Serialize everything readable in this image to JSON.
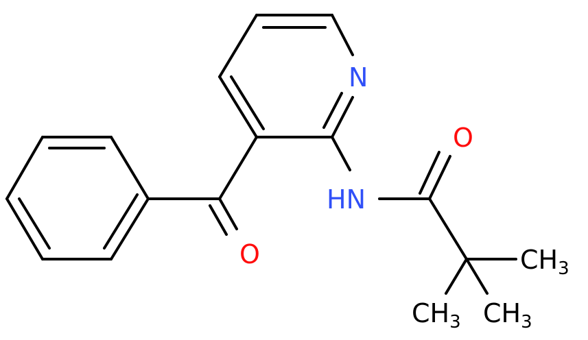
{
  "molecule": {
    "labels": {
      "pyridine_n": "N",
      "amide_nh": "HN",
      "amide_o": "O",
      "ketone_o": "O",
      "methyl_right": {
        "main": "CH",
        "sub": "3"
      },
      "methyl_bottom_left": {
        "main": "CH",
        "sub": "3"
      },
      "methyl_bottom_right": {
        "main": "CH",
        "sub": "3"
      }
    },
    "colors": {
      "carbon": "#000000",
      "nitrogen": "#3050f8",
      "oxygen": "#ff0d0d"
    }
  }
}
